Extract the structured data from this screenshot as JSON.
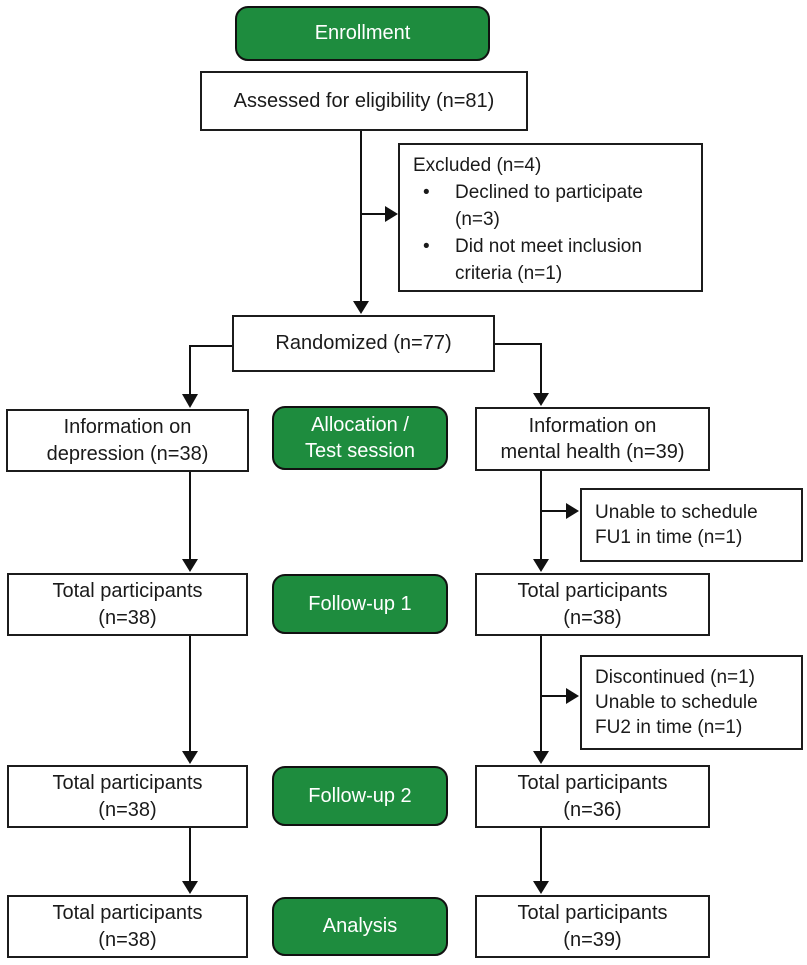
{
  "colors": {
    "stage_green": "#1e8c3e",
    "stage_text": "#ffffff",
    "box_border": "#1c1c1c",
    "connector": "#111111",
    "background": "#ffffff"
  },
  "enrollment": {
    "stage_label": "Enrollment",
    "assessed_box": "Assessed for eligibility (n=81)",
    "excluded_box": {
      "title": "Excluded (n=4)",
      "bullets": [
        "Declined to participate (n=3)",
        "Did not meet inclusion criteria (n=1)"
      ]
    },
    "randomized_box": "Randomized (n=77)"
  },
  "allocation": {
    "stage_label": "Allocation /\nTest session",
    "left_box": "Information on\ndepression (n=38)",
    "right_box": "Information on\nmental health (n=39)"
  },
  "followup1": {
    "stage_label": "Follow-up 1",
    "left_box": "Total participants\n(n=38)",
    "right_box": "Total participants\n(n=38)",
    "right_note": "Unable to schedule\nFU1 in time (n=1)"
  },
  "followup2": {
    "stage_label": "Follow-up 2",
    "left_box": "Total participants\n(n=38)",
    "right_box": "Total participants\n(n=36)",
    "right_note": "Discontinued (n=1)\nUnable to schedule\nFU2 in time (n=1)"
  },
  "analysis": {
    "stage_label": "Analysis",
    "left_box": "Total participants\n(n=38)",
    "right_box": "Total participants\n(n=39)"
  }
}
